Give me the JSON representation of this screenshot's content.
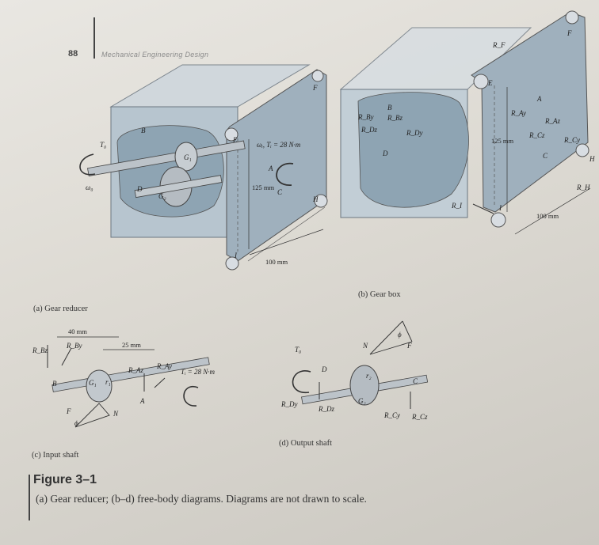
{
  "page_number": "88",
  "running_head": "Mechanical Engineering Design",
  "figure_title": "Figure 3–1",
  "figure_caption": "(a) Gear reducer; (b–d) free-body diagrams. Diagrams are not drawn to scale.",
  "panels": {
    "a": {
      "caption": "(a) Gear reducer",
      "torque": "ωᵢ, Tᵢ = 28 N·m",
      "dim_125": "125 mm",
      "dim_100": "100 mm",
      "labels": {
        "T0": "T₀",
        "w0": "ω₀",
        "B": "B",
        "D": "D",
        "G1": "G₁",
        "G2": "G₂",
        "E": "E",
        "F": "F",
        "A": "A",
        "C": "C",
        "H": "H",
        "I": "I"
      }
    },
    "b": {
      "caption": "(b) Gear box",
      "dim_125": "125 mm",
      "dim_100": "100 mm",
      "labels": {
        "RBy": "R_By",
        "RBz": "R_Bz",
        "RDz": "R_Dz",
        "RDy": "R_Dy",
        "B": "B",
        "D": "D",
        "RF": "R_F",
        "F": "F",
        "E": "E",
        "RAy": "R_Ay",
        "RAz": "R_Az",
        "A": "A",
        "RCz": "R_Cz",
        "RCy": "R_Cy",
        "C": "C",
        "H": "H",
        "RH": "R_H",
        "RI": "R_I",
        "I": "I"
      }
    },
    "c": {
      "caption": "(c) Input shaft",
      "dim_40": "40 mm",
      "dim_25": "25 mm",
      "torque": "Tᵢ = 28 N·m",
      "labels": {
        "RBz": "R_Bz",
        "RBy": "R_By",
        "RAz": "R_Az",
        "RAy": "R_Ay",
        "B": "B",
        "G1": "G₁",
        "r1": "r₁",
        "A": "A",
        "F": "F",
        "N": "N",
        "phi": "ϕ"
      }
    },
    "d": {
      "caption": "(d) Output shaft",
      "labels": {
        "T0": "T₀",
        "D": "D",
        "N": "N",
        "F": "F",
        "phi": "ϕ",
        "r2": "r₂",
        "G2": "G₂",
        "C": "C",
        "RDy": "R_Dy",
        "RDz": "R_Dz",
        "RCy": "R_Cy",
        "RCz": "R_Cz"
      }
    }
  }
}
